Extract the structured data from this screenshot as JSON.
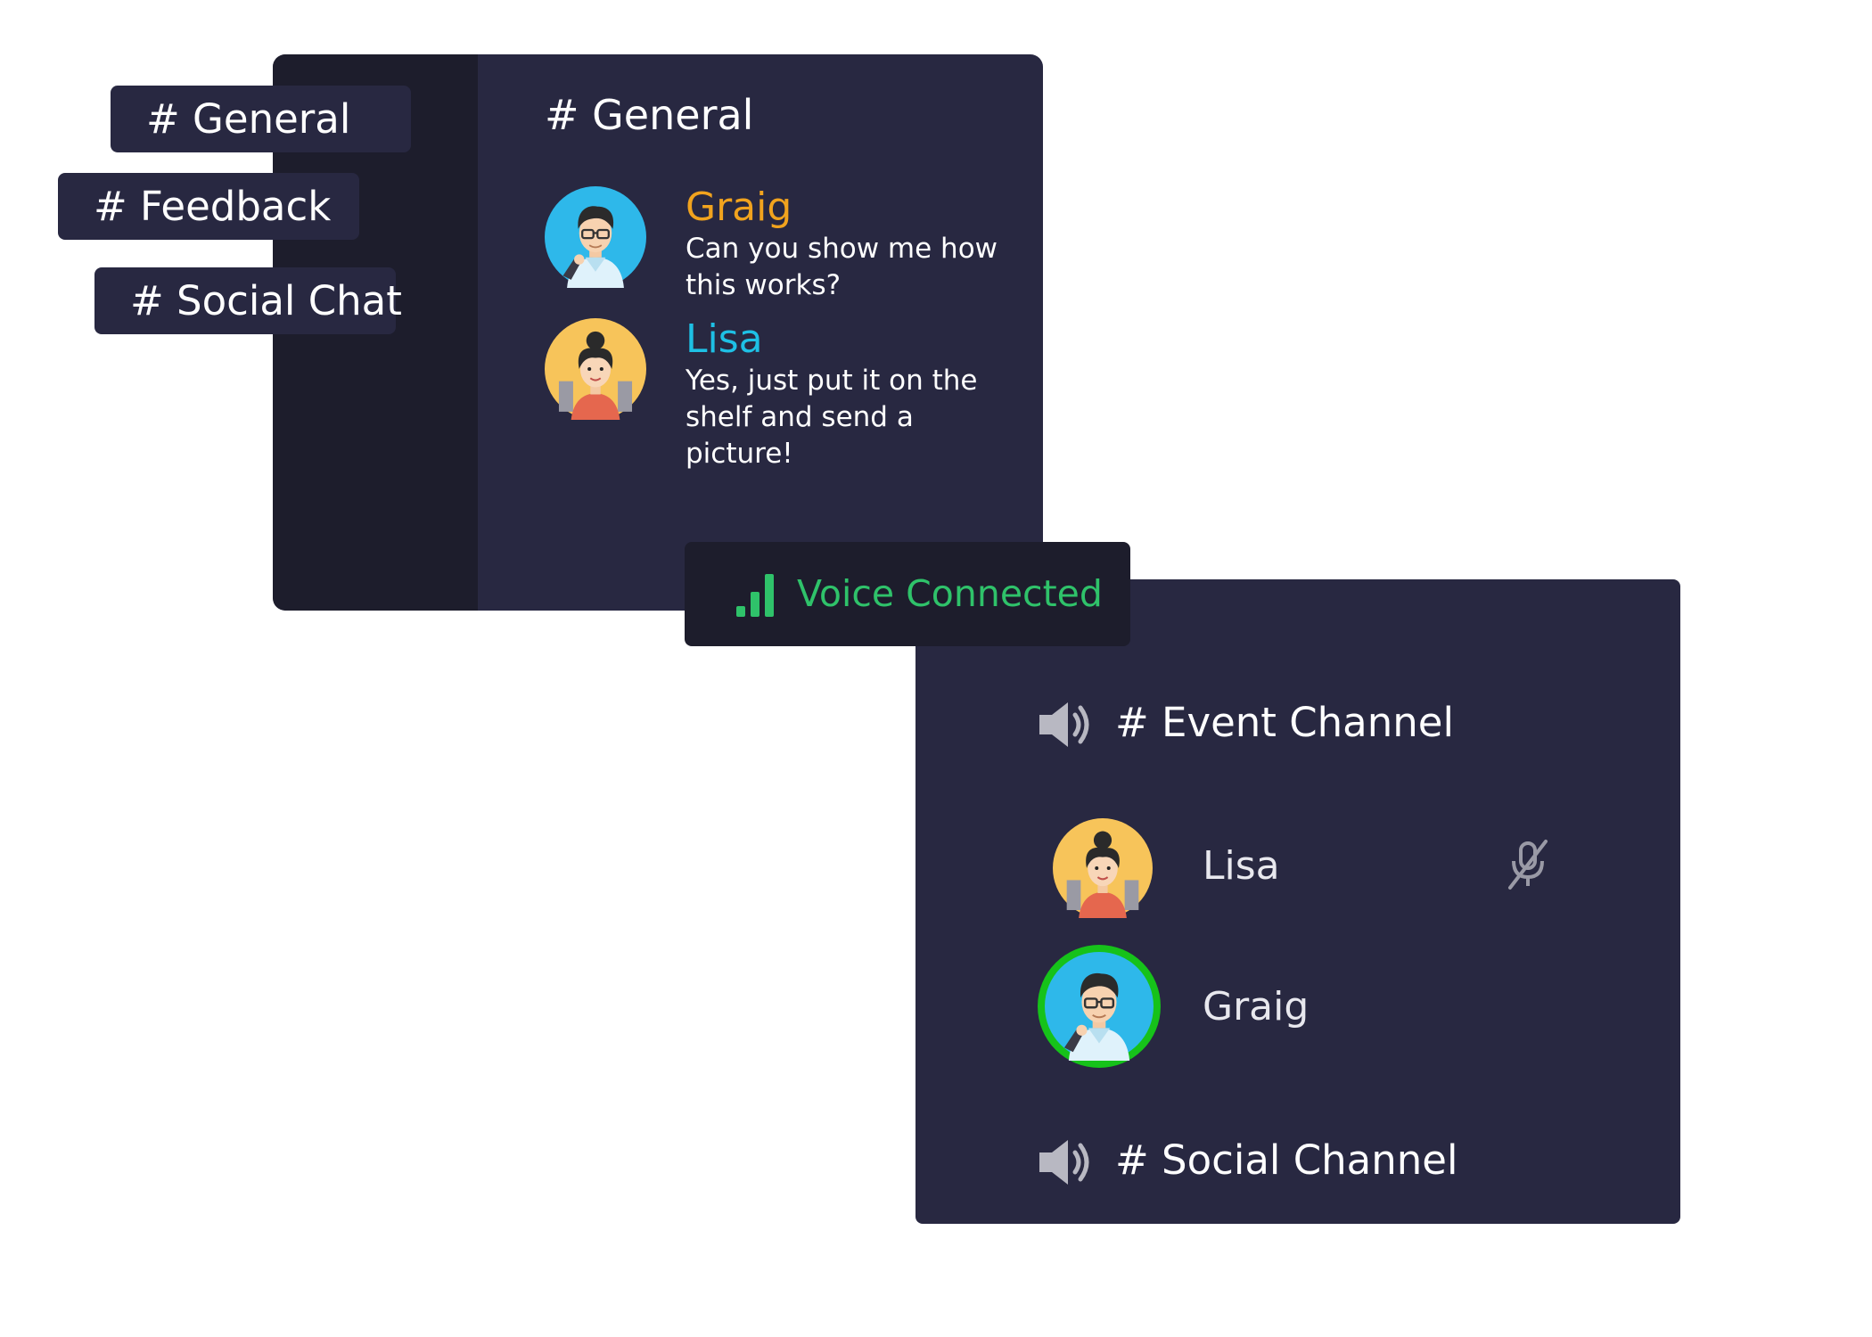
{
  "sidebar": {
    "channels": [
      {
        "label": "# General"
      },
      {
        "label": "# Feedback"
      },
      {
        "label": "# Social Chat"
      }
    ]
  },
  "chat": {
    "title": "# General",
    "messages": [
      {
        "author": "Graig",
        "text": "Can you show me how this works?",
        "color": "#f1a31e"
      },
      {
        "author": "Lisa",
        "text": "Yes, just put it on the shelf and send a picture!",
        "color": "#1ec0e5"
      }
    ]
  },
  "voice": {
    "status": "Voice Connected",
    "status_color": "#2fc26a",
    "channels": [
      {
        "name": "# Event Channel",
        "icon": "speaker-icon",
        "users": [
          {
            "name": "Lisa",
            "muted": true,
            "speaking": false
          },
          {
            "name": "Graig",
            "muted": false,
            "speaking": true
          }
        ]
      },
      {
        "name": "# Social Channel",
        "icon": "speaker-icon",
        "users": []
      }
    ]
  },
  "colors": {
    "panel": "#282841",
    "sidebar": "#1d1d2c",
    "speaking_ring": "#16c21a"
  }
}
